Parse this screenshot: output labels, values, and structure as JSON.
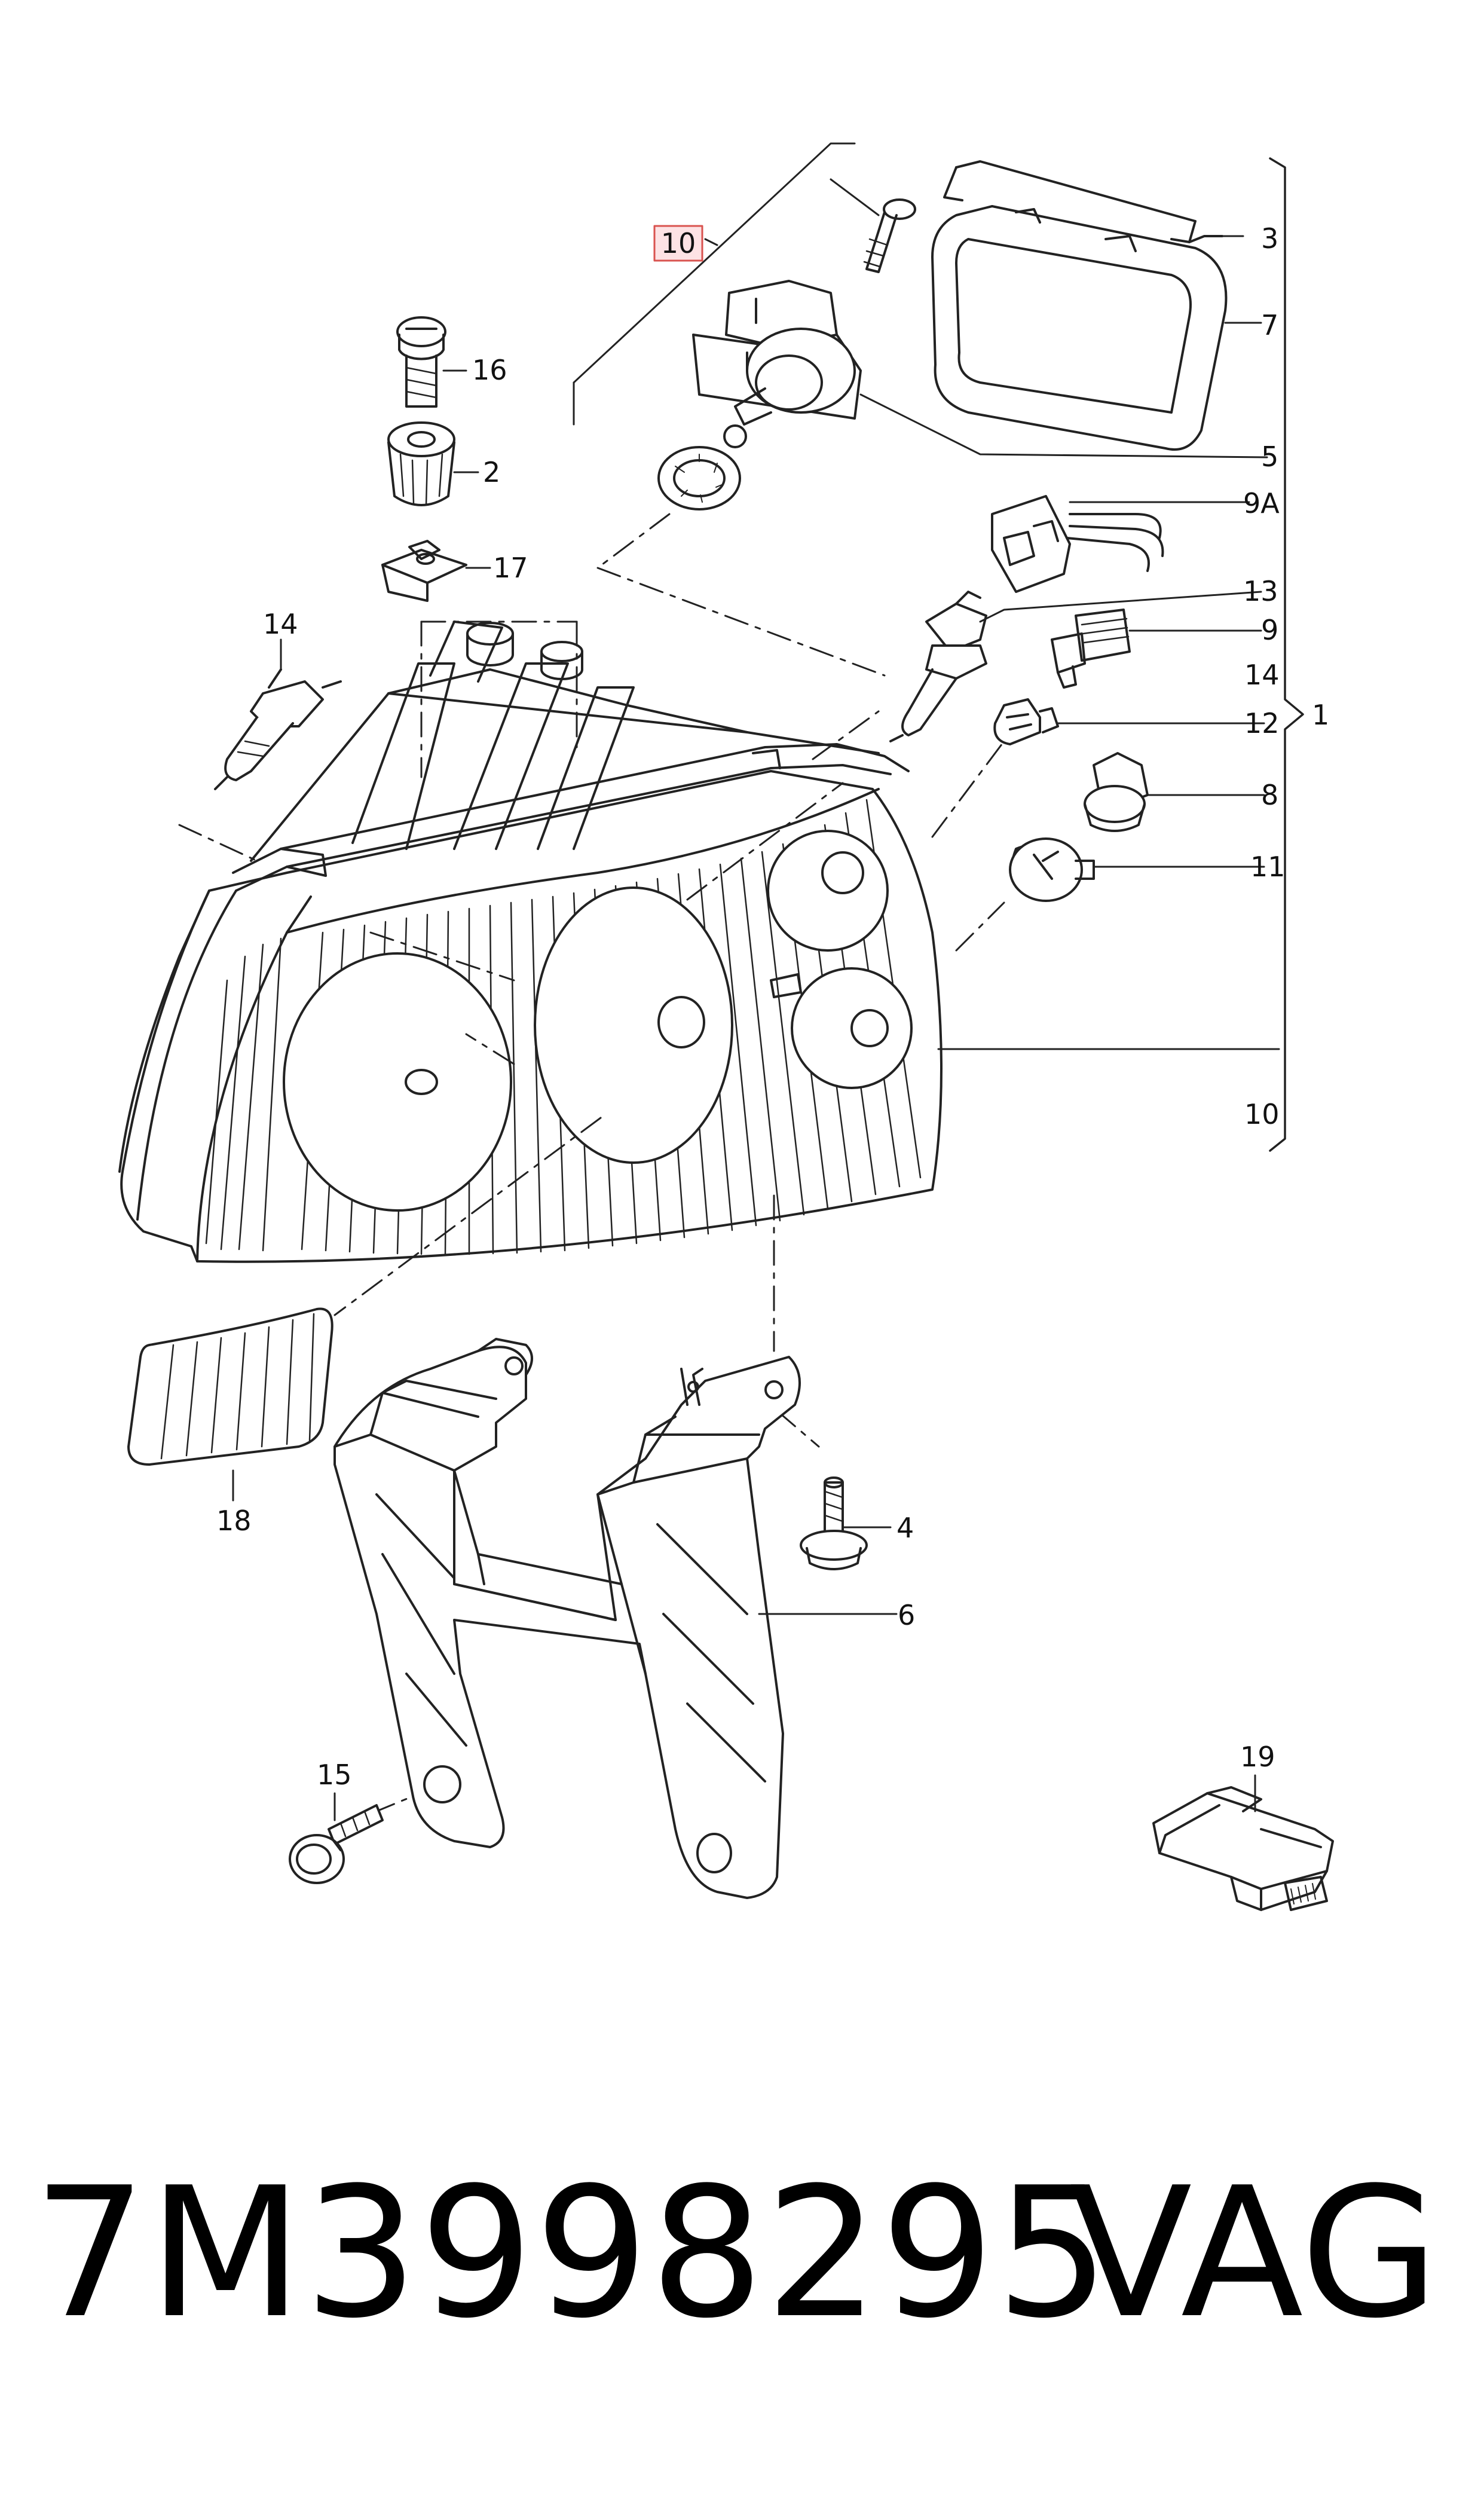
{
  "diagram": {
    "labels": {
      "l1": "1",
      "l2": "2",
      "l3": "3",
      "l4": "4",
      "l5": "5",
      "l6": "6",
      "l7": "7",
      "l8": "8",
      "l9": "9",
      "l9a": "9A",
      "l10_box": "10",
      "l10": "10",
      "l11": "11",
      "l12": "12",
      "l13": "13",
      "l14_left": "14",
      "l14_right": "14",
      "l15": "15",
      "l16": "16",
      "l17": "17",
      "l18": "18",
      "l19": "19"
    },
    "colors": {
      "line": "#222222",
      "highlight_box_fill": "#fde2e4",
      "highlight_box_stroke": "#d9534f"
    }
  },
  "footer": {
    "part_number": "7M3998295",
    "brand": "VAG"
  }
}
